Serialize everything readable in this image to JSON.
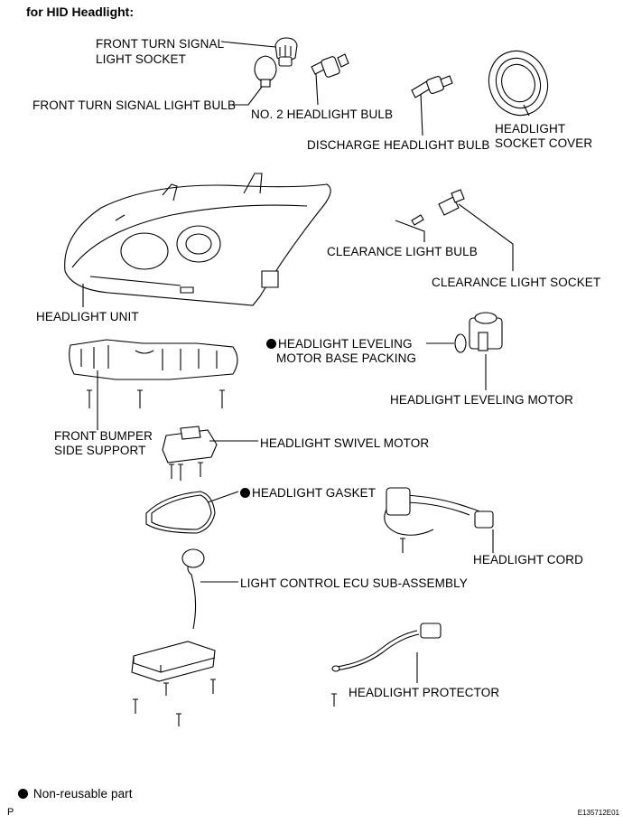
{
  "title": "for HID Headlight:",
  "labels": {
    "front_turn_signal_socket_1": "FRONT TURN SIGNAL",
    "front_turn_signal_socket_2": "LIGHT SOCKET",
    "front_turn_signal_bulb": "FRONT TURN SIGNAL LIGHT BULB",
    "no2_headlight_bulb": "NO. 2 HEADLIGHT BULB",
    "discharge_headlight_bulb": "DISCHARGE HEADLIGHT BULB",
    "socket_cover_1": "HEADLIGHT",
    "socket_cover_2": "SOCKET COVER",
    "clearance_light_bulb": "CLEARANCE LIGHT BULB",
    "clearance_light_socket": "CLEARANCE LIGHT SOCKET",
    "headlight_unit": "HEADLIGHT UNIT",
    "leveling_packing_1": "HEADLIGHT LEVELING",
    "leveling_packing_2": "MOTOR BASE PACKING",
    "leveling_motor": "HEADLIGHT LEVELING MOTOR",
    "bumper_support_1": "FRONT BUMPER",
    "bumper_support_2": "SIDE SUPPORT",
    "swivel_motor": "HEADLIGHT SWIVEL MOTOR",
    "gasket": "HEADLIGHT GASKET",
    "headlight_cord": "HEADLIGHT CORD",
    "ecu": "LIGHT CONTROL ECU SUB-ASSEMBLY",
    "protector": "HEADLIGHT PROTECTOR"
  },
  "legend": {
    "non_reusable": "Non-reusable part"
  },
  "footer": {
    "left_mark": "P",
    "figure_code": "E135712E01"
  }
}
